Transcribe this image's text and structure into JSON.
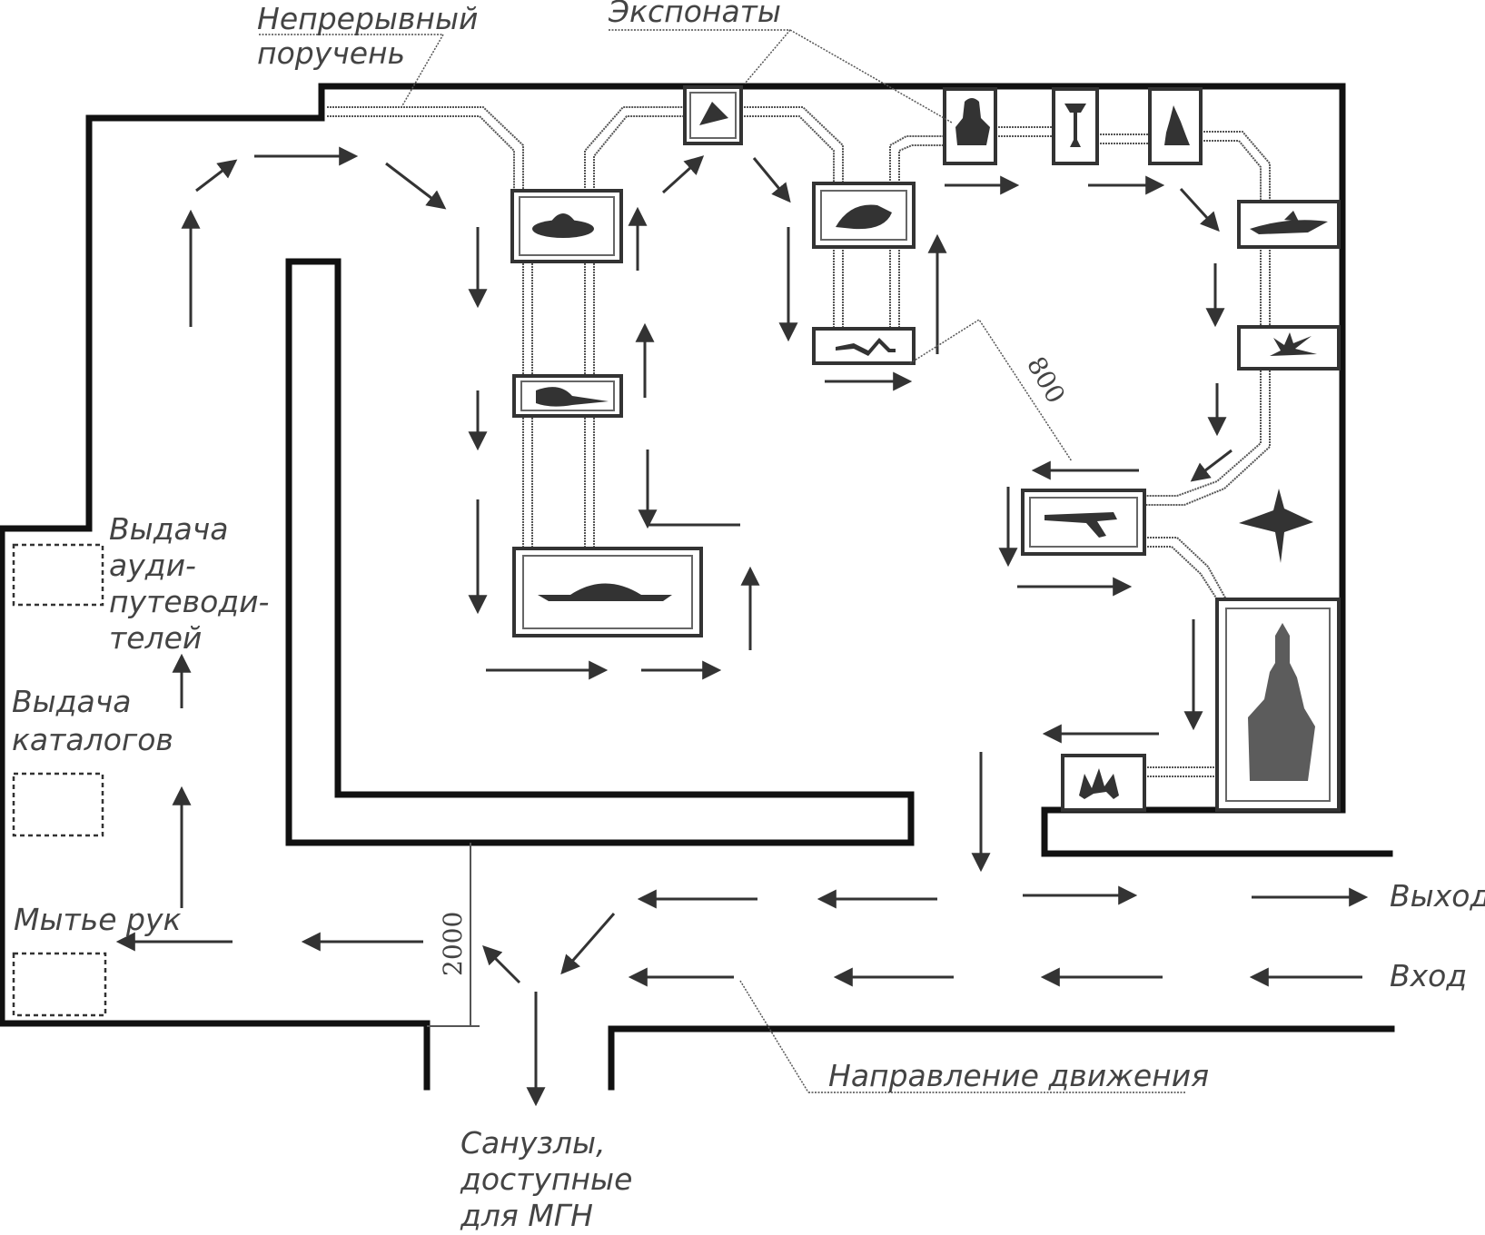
{
  "labels": {
    "handrail": [
      "Непрерывный",
      "поручень"
    ],
    "exhibits": "Экспонаты",
    "audio_guides": [
      "Выдача",
      "ауди-",
      "путеводи-",
      "телей"
    ],
    "catalogs": [
      "Выдача",
      "каталогов"
    ],
    "hand_washing": "Мытье рук",
    "restrooms": [
      "Санузлы,",
      "доступные",
      "для МГН"
    ],
    "movement_direction": "Направление движения",
    "exit": "Выход",
    "entrance": "Вход"
  },
  "dimensions": {
    "corridor_width": "2000",
    "passage_width": "800"
  },
  "exhibit_icons": [
    "bowl-icon",
    "vessel-icon",
    "fish-icon",
    "ship-icon",
    "rider-icon",
    "knight-icon",
    "chalice-icon",
    "figurine-icon",
    "boat-icon",
    "plant-icon",
    "weapon-icon",
    "cross-ornament-icon",
    "church-tower-icon",
    "candelabra-icon",
    "snake-icon",
    "lizard-icon"
  ]
}
